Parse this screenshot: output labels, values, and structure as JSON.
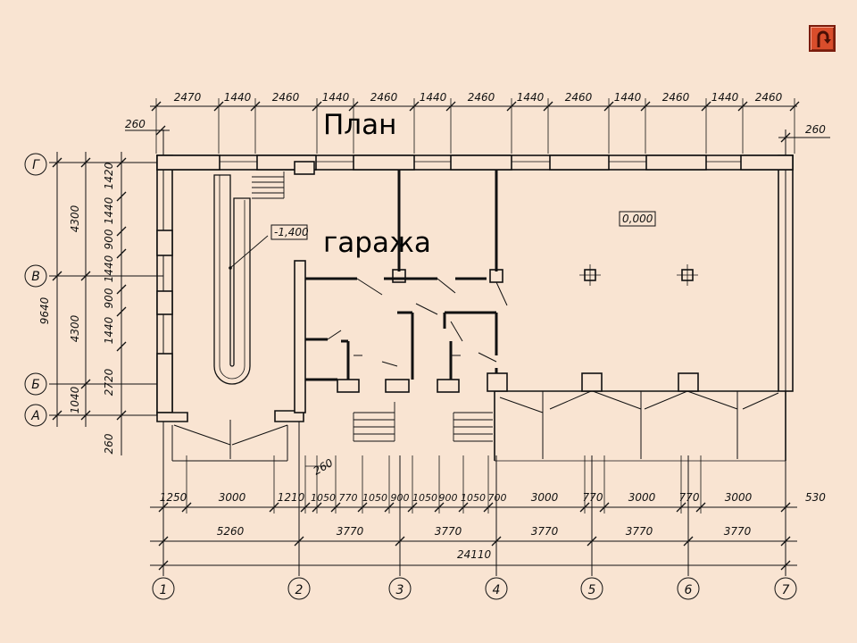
{
  "title": {
    "line1": "План",
    "line2": "гаража"
  },
  "back_button": {
    "icon": "u-turn-arrow-icon",
    "color": "#d94d2b"
  },
  "elevations": {
    "pit": "-1,400",
    "floor": "0,000"
  },
  "top_dimensions": [
    "2470",
    "1440",
    "2460",
    "1440",
    "2460",
    "1440",
    "2460",
    "1440",
    "2460",
    "1440",
    "2460",
    "1440",
    "2460"
  ],
  "offsets": {
    "top_left": "260",
    "top_right": "260",
    "bottom_right": "530",
    "stair_gap": "260",
    "left_bottom": "260"
  },
  "left_dimensions": {
    "total": "9640",
    "mid": [
      "4300",
      "4300",
      "1040"
    ],
    "inner": [
      "1420",
      "1440",
      "900",
      "1440",
      "900",
      "1440",
      "2720"
    ]
  },
  "bottom_dimensions": {
    "row1": [
      "1250",
      "3000",
      "1210",
      "1050",
      "770",
      "1050",
      "900",
      "1050",
      "900",
      "1050",
      "700",
      "3000",
      "770",
      "3000",
      "770",
      "3000"
    ],
    "row2": [
      "5260",
      "3770",
      "3770",
      "3770",
      "3770",
      "3770"
    ],
    "total": "24110"
  },
  "grid_axes": {
    "columns": [
      "1",
      "2",
      "3",
      "4",
      "5",
      "6",
      "7"
    ],
    "rows": [
      "Г",
      "В",
      "Б",
      "А"
    ]
  }
}
